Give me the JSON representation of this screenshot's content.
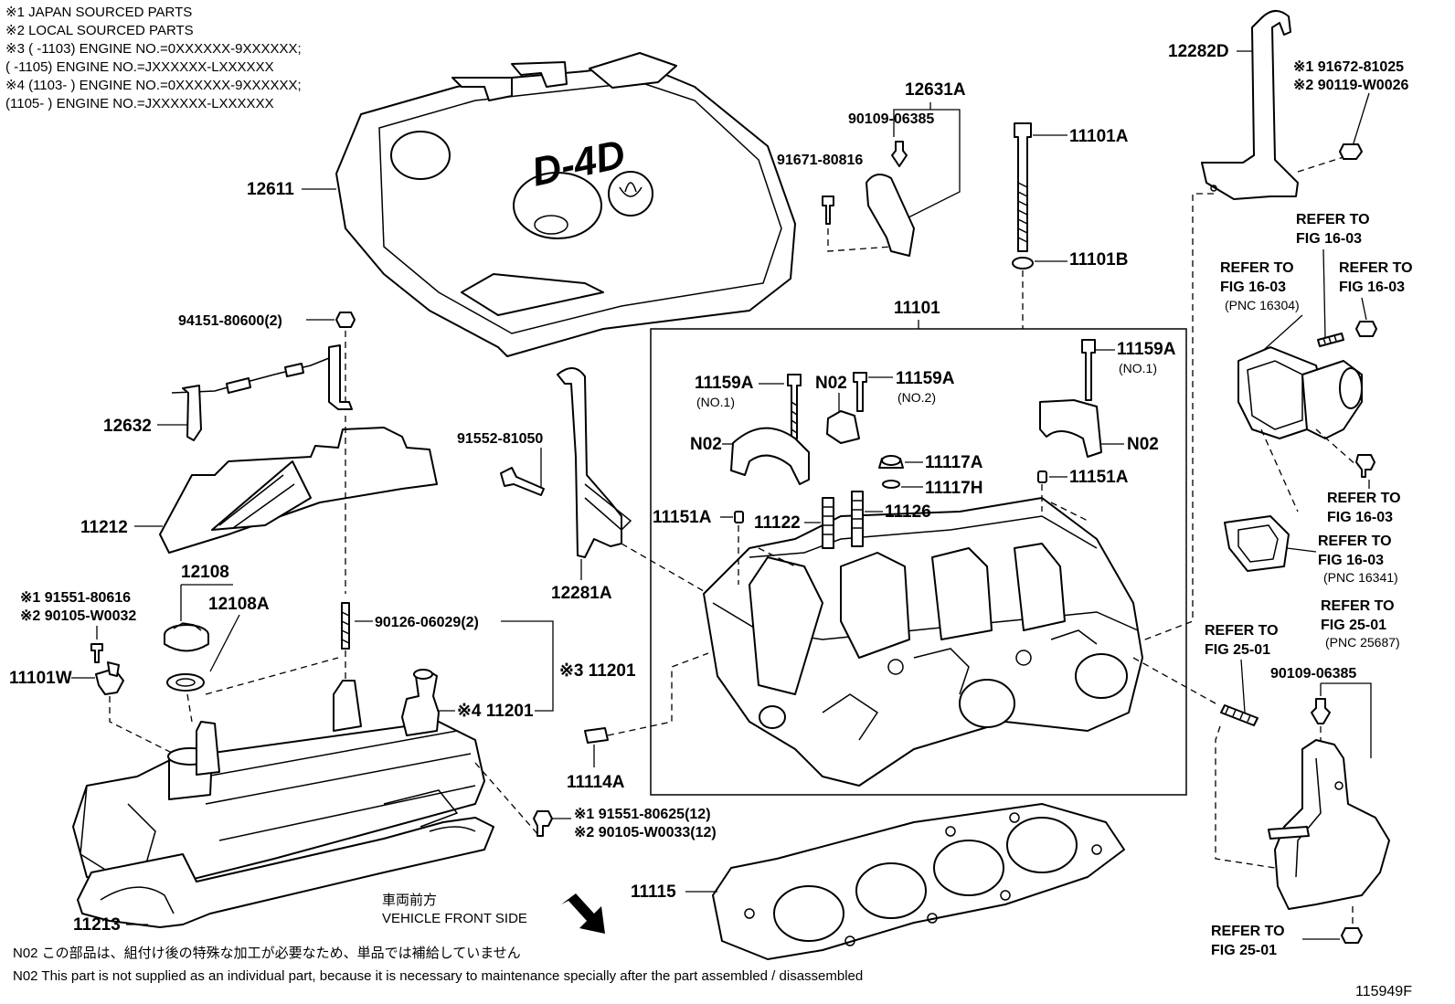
{
  "header_notes": [
    "※1 JAPAN SOURCED PARTS",
    "※2 LOCAL SOURCED PARTS",
    "※3 (       -1103) ENGINE NO.=0XXXXXX-9XXXXXX;",
    "     (       -1105) ENGINE NO.=JXXXXXX-LXXXXXX",
    "※4 (1103-       ) ENGINE NO.=0XXXXXX-9XXXXXX;",
    "     (1105-       ) ENGINE NO.=JXXXXXX-LXXXXXX"
  ],
  "cover_logo": "D-4D",
  "labels": {
    "p12611": "12611",
    "p12631A": "12631A",
    "p90109_a": "90109-06385",
    "p91671": "91671-80816",
    "p11101A": "11101A",
    "p11101B": "11101B",
    "p12282D": "12282D",
    "p91672_1": "※1 91672-81025",
    "p90119_2": "※2 90119-W0026",
    "p94151": "94151-80600(2)",
    "p12632": "12632",
    "p11212": "11212",
    "p91552": "91552-81050",
    "p12108": "12108",
    "p12108A": "12108A",
    "p91551_616": "※1 91551-80616",
    "p90105_032": "※2 90105-W0032",
    "p11101W": "11101W",
    "p90126": "90126-06029(2)",
    "p11201_3": "※3 11201",
    "p11201_4": "※4 11201",
    "p12281A": "12281A",
    "p11114A": "11114A",
    "p91551_625": "※1 91551-80625(12)",
    "p90105_033": "※2 90105-W0033(12)",
    "p11213": "11213",
    "p11115": "11115",
    "p11101": "11101",
    "p11159A_l": "11159A",
    "p11159A_l_sub": "(NO.1)",
    "pN02_mid": "N02",
    "p11159A_m": "11159A",
    "p11159A_m_sub": "(NO.2)",
    "p11159A_r": "11159A",
    "p11159A_r_sub": "(NO.1)",
    "pN02_l": "N02",
    "pN02_r": "N02",
    "p11117A": "11117A",
    "p11117H": "11117H",
    "p11151A_l": "11151A",
    "p11151A_r": "11151A",
    "p11122": "11122",
    "p11126": "11126",
    "p90109_b": "90109-06385",
    "front_jp": "車両前方",
    "front_en": "VEHICLE FRONT SIDE",
    "fig_id": "115949F"
  },
  "refers": [
    [
      "REFER TO",
      "FIG 16-03",
      ""
    ],
    [
      "REFER TO",
      "FIG 16-03",
      "(PNC 16304)"
    ],
    [
      "REFER TO",
      "FIG 16-03",
      ""
    ],
    [
      "REFER TO",
      "FIG 16-03",
      ""
    ],
    [
      "REFER TO",
      "FIG 16-03",
      "(PNC 16341)"
    ],
    [
      "REFER TO",
      "FIG 25-01",
      "(PNC 25687)"
    ],
    [
      "REFER TO",
      "FIG 25-01",
      ""
    ],
    [
      "REFER TO",
      "FIG 25-01",
      ""
    ]
  ],
  "footer_notes": [
    "N02   この部品は、組付け後の特殊な加工が必要なため、単品では補給していません",
    "N02   This part is not supplied as an individual part, because it is necessary to maintenance specially after the part assembled / disassembled"
  ]
}
